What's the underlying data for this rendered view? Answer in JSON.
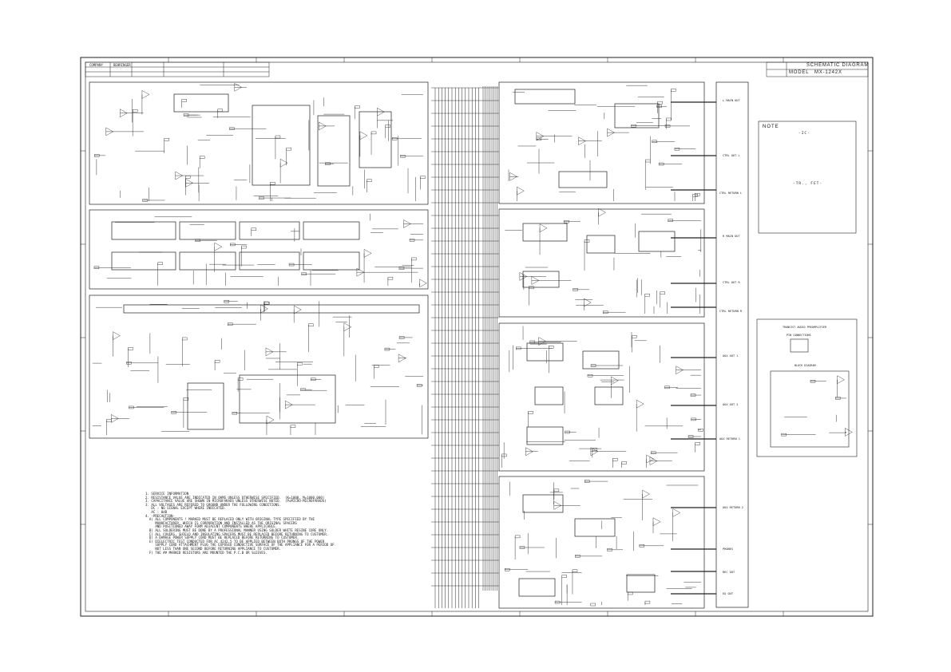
{
  "title_block": {
    "sheet_title": "SCHEMATIC DIAGRAM",
    "model_label": "MODEL",
    "model_value": "MX-1242X",
    "company_label": "COMPANY",
    "company_value": "BEHRINGER"
  },
  "note_panel": {
    "heading": "NOTE",
    "ic_section": "-IC-",
    "tr_fet_section": "-TR., FET-"
  },
  "service_notes": "1. SERVICE INFORMATION\n2. RESISTANCE VALUE ARE INDICATED IN OHMS UNLESS OTHERWISE SPECIFIED.  (K=1000, M=1000,000)\n3. CAPACITANCE VALUE ARE SHOWN IN MICROFARADS UNLESS OTHERWISE NOTED.  (P=MICRO-MICROFARADS)\n3. ALL VOLTAGES ARE REFERED TO GROUND UNDER THE FOLLOWING CONDITIONS.\n   DC : NO SIGNAL EXCEPT WHERE INDICATED.\n   AC : 0dB\n4. -PRECAUTION-\n  A) ALL COMPONENTS ! MARKED MUST BE REPLACED ONLY WITH ORIGINAL TYPE SPECIFIED BY THE\n     MANUFACTURER, WHICH IS CORPORATION AND INSTALLED AS THE ORIGINAL SPACERS\n     AND POSITIONED AWAY FORM ADJACENT COMPONENTS WHERE APPLICABLE.\n  B) ALL SOLDERING MUST BE DONE BY A PROFESSIONAL MANNER USING SOLDER WHITE RESINE CORE ONLY.\n  C) ALL COVERS, SHIELD AND INSULATING SPACERS MUST BE REPLACED BEFORE RETURNING TO CUSTOMER.\n  D) A DAMAGE POWER SUPPLY CORD MUST BE REPLACED BEFORE RETURNING TO CUSTOMER.\n  E) DIELECTRIC TEST CONDUCTED FOR AC 4242.5 TO BE APPLIED BETWEEN BOTH PRONGS OF THE POWER\n     SUPPLY CORD ATTACHMENT PLUG THE EXPOSED CONDUCTIVE SURFACE OF THE APPLIANCE FOR A PERIOD OF\n     NOT LESS THAN ONE SECOND BEFORE RETURNING APPLIANCE TO CUSTOMER.\n  F) THE ## MARKED RESISTORS ARE MOUNTED THE P.C.B OR SLEEVES.",
  "connectors": {
    "main_out": "L MAIN OUT",
    "cr_out": "CTRL OUT L",
    "cr_return": "CTRL RETURN L",
    "r_main_out": "R MAIN OUT",
    "r_cr_out": "CTRL OUT R",
    "r_cr_return": "CTRL RETURN R",
    "aux_out_1": "AUX OUT 1",
    "aux_out_2": "AUX OUT 2",
    "aux_return_1": "AUX RETURN 1",
    "aux_return_2": "AUX RETURN 2",
    "phones": "PHONES",
    "rec_out": "REC OUT",
    "eq_out": "EQ OUT"
  },
  "preamp_panel": {
    "title": "TRANSIST AUDIO PREAMPLIFIER",
    "pin_label": "PIN CONNECTIONS",
    "block_label": "BLOCK DIAGRAM"
  },
  "colors": {
    "line": "#222222",
    "background": "#ffffff"
  }
}
